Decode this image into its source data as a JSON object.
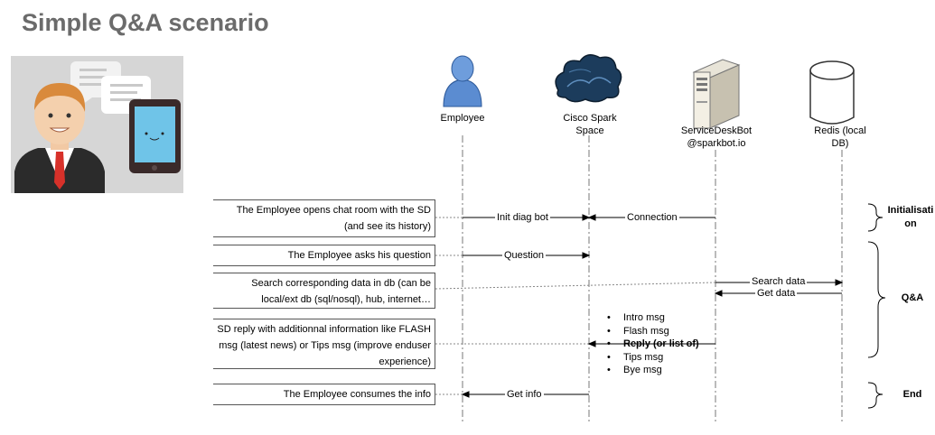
{
  "title": "Simple Q&A scenario",
  "actors": [
    {
      "id": "employee",
      "label": "Employee"
    },
    {
      "id": "spark",
      "label": "Cisco Spark Space"
    },
    {
      "id": "bot",
      "label": "ServiceDeskBot @sparkbot.io"
    },
    {
      "id": "redis",
      "label": "Redis (local DB)"
    }
  ],
  "notes": [
    "The Employee opens chat room with the SD (and see its history)",
    "The Employee asks his question",
    "Search corresponding data in db (can be local/ext db (sql/nosql), hub, internet…",
    "SD reply with additionnal information like FLASH msg (latest news) or Tips msg (improve enduser experience)",
    "The Employee consumes the info"
  ],
  "messages": [
    {
      "label": "Init diag bot",
      "from": "employee",
      "to": "spark"
    },
    {
      "label": "Connection",
      "from": "bot",
      "to": "spark"
    },
    {
      "label": "Question",
      "from": "employee",
      "to": "spark"
    },
    {
      "label": "Search data",
      "from": "bot",
      "to": "redis"
    },
    {
      "label": "Get data",
      "from": "redis",
      "to": "bot"
    },
    {
      "label": "Get info",
      "from": "spark",
      "to": "employee"
    }
  ],
  "reply_list": [
    {
      "text": "Intro msg",
      "bold": false
    },
    {
      "text": "Flash msg",
      "bold": false
    },
    {
      "text": "Reply (or list of)",
      "bold": true
    },
    {
      "text": "Tips msg",
      "bold": false
    },
    {
      "text": "Bye msg",
      "bold": false
    }
  ],
  "phases": [
    {
      "label": "Initialisation"
    },
    {
      "label": "Q&A"
    },
    {
      "label": "End"
    }
  ],
  "icons": {
    "illustration": "chat-person-icon",
    "employee": "person-icon",
    "spark": "cloud-icon",
    "bot": "server-icon",
    "redis": "database-icon"
  },
  "colors": {
    "title": "#6b6b6b",
    "person_blue": "#5b8cd1",
    "cloud_dark": "#1c3c5c",
    "lifeline": "#777777"
  }
}
